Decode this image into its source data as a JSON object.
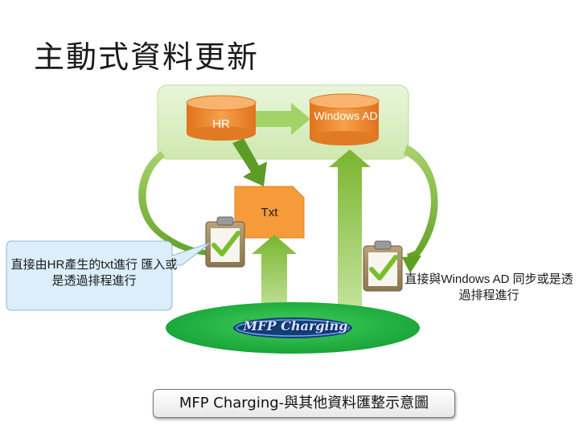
{
  "title": "主動式資料更新",
  "nodes": {
    "hr": "HR",
    "windows_ad": "Windows AD",
    "txt": "Txt"
  },
  "callouts": {
    "left": "直接由HR產生的txt進行 匯入或是透過排程進行",
    "right": "直接與Windows AD 同步或是透過排程進行"
  },
  "logo": "MFP Charging",
  "caption": "MFP Charging-與其他資料匯整示意圖",
  "colors": {
    "db_orange": "#f08a2c",
    "txt_orange": "#f59b3a",
    "box_green": "#dcefc6",
    "arrow_green": "#8dc63f",
    "ellipse_green": "#2db84a",
    "callout_blue": "#dbeefa"
  },
  "icons": [
    "clipboard-check-icon",
    "clipboard-check-icon"
  ]
}
